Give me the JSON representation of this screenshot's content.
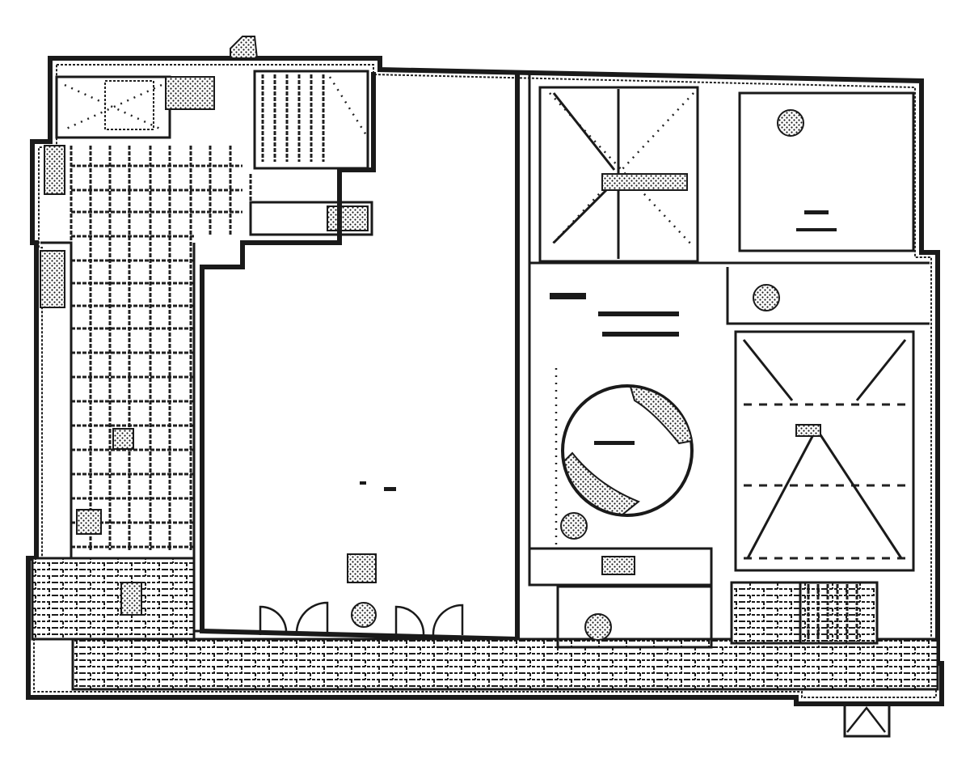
{
  "diagram": {
    "type": "floor-plan",
    "colors": {
      "ink": "#1a1a1a",
      "paper": "#ffffff"
    },
    "elements": [
      "outer-wall",
      "main-hall",
      "paved-corridor",
      "stone-plinth",
      "staircase-north",
      "staircase-southeast",
      "north-room-left",
      "north-room-right",
      "south-room-right",
      "circular-platform",
      "double-doors-south",
      "entrance-steps"
    ]
  }
}
